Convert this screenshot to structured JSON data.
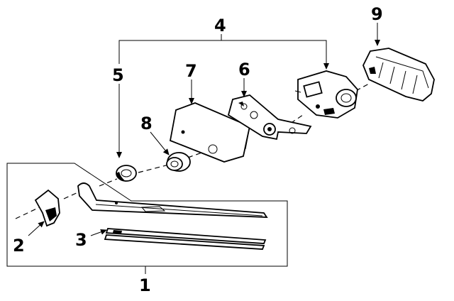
{
  "callouts": {
    "n1": "1",
    "n2": "2",
    "n3": "3",
    "n4": "4",
    "n5": "5",
    "n6": "6",
    "n7": "7",
    "n8": "8",
    "n9": "9"
  }
}
